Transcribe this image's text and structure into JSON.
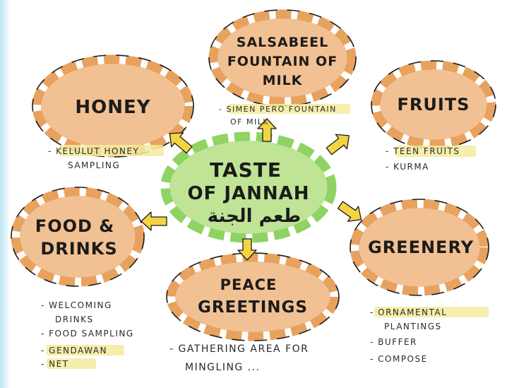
{
  "center": {
    "title_line1": "TASTE",
    "title_line2": "OF JANNAH",
    "title_arabic": "طعم الجنة"
  },
  "nodes": {
    "honey": {
      "label": "HONEY",
      "notes": [
        "- KELULUT HONEY",
        "SAMPLING"
      ]
    },
    "salsabeel": {
      "label_line1": "SALSABEEL",
      "label_line2": "FOUNTAIN OF",
      "label_line3": "MILK",
      "notes": [
        "- SIMEN PERO FOUNTAIN",
        "OF MILK"
      ]
    },
    "fruits": {
      "label": "FRUITS",
      "notes": [
        "- TEEN FRUITS",
        "- KURMA"
      ]
    },
    "food": {
      "label_line1": "FOOD &",
      "label_line2": "DRINKS",
      "notes": [
        "- WELCOMING",
        "DRINKS",
        "- FOOD SAMPLING",
        "- GENDAWAN",
        "- NET"
      ]
    },
    "peace": {
      "label_line1": "PEACE",
      "label_line2": "GREETINGS",
      "notes": [
        "- GATHERING AREA FOR",
        "MINGLING ..."
      ]
    },
    "greenery": {
      "label": "GREENERY",
      "notes": [
        "- ORNAMENTAL",
        "PLANTINGS",
        "- BUFFER",
        "- COMPOSE"
      ]
    }
  },
  "colors": {
    "node_fill": "#f2c193",
    "node_dash": "#e7a25f",
    "center_fill": "#bfe496",
    "center_dash": "#8ed363",
    "arrow": "#f4d442",
    "highlight": "#f5eb9e",
    "ink": "#1b1b1b"
  }
}
